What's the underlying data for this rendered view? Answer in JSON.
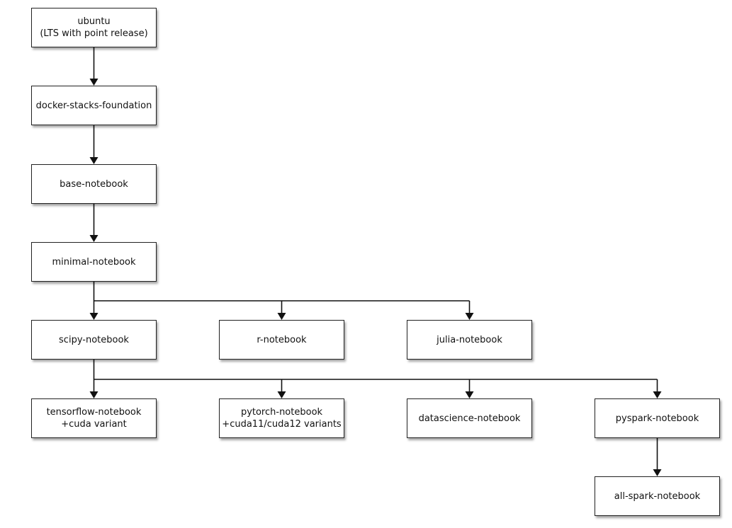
{
  "diagram": {
    "nodes": [
      {
        "id": "ubuntu",
        "lines": [
          "ubuntu",
          "(LTS with point release)"
        ]
      },
      {
        "id": "docker-stacks-foundation",
        "lines": [
          "docker-stacks-foundation"
        ]
      },
      {
        "id": "base-notebook",
        "lines": [
          "base-notebook"
        ]
      },
      {
        "id": "minimal-notebook",
        "lines": [
          "minimal-notebook"
        ]
      },
      {
        "id": "scipy-notebook",
        "lines": [
          "scipy-notebook"
        ]
      },
      {
        "id": "r-notebook",
        "lines": [
          "r-notebook"
        ]
      },
      {
        "id": "julia-notebook",
        "lines": [
          "julia-notebook"
        ]
      },
      {
        "id": "tensorflow-notebook",
        "lines": [
          "tensorflow-notebook",
          "+cuda variant"
        ]
      },
      {
        "id": "pytorch-notebook",
        "lines": [
          "pytorch-notebook",
          "+cuda11/cuda12 variants"
        ]
      },
      {
        "id": "datascience-notebook",
        "lines": [
          "datascience-notebook"
        ]
      },
      {
        "id": "pyspark-notebook",
        "lines": [
          "pyspark-notebook"
        ]
      },
      {
        "id": "all-spark-notebook",
        "lines": [
          "all-spark-notebook"
        ]
      }
    ],
    "edges": [
      {
        "from": "ubuntu",
        "to": "docker-stacks-foundation"
      },
      {
        "from": "docker-stacks-foundation",
        "to": "base-notebook"
      },
      {
        "from": "base-notebook",
        "to": "minimal-notebook"
      },
      {
        "from": "minimal-notebook",
        "to": "scipy-notebook"
      },
      {
        "from": "minimal-notebook",
        "to": "r-notebook"
      },
      {
        "from": "minimal-notebook",
        "to": "julia-notebook"
      },
      {
        "from": "scipy-notebook",
        "to": "tensorflow-notebook"
      },
      {
        "from": "scipy-notebook",
        "to": "pytorch-notebook"
      },
      {
        "from": "scipy-notebook",
        "to": "datascience-notebook"
      },
      {
        "from": "scipy-notebook",
        "to": "pyspark-notebook"
      },
      {
        "from": "pyspark-notebook",
        "to": "all-spark-notebook"
      }
    ],
    "colors": {
      "line": "#111111",
      "box_border": "#222222",
      "text": "#111111"
    }
  }
}
